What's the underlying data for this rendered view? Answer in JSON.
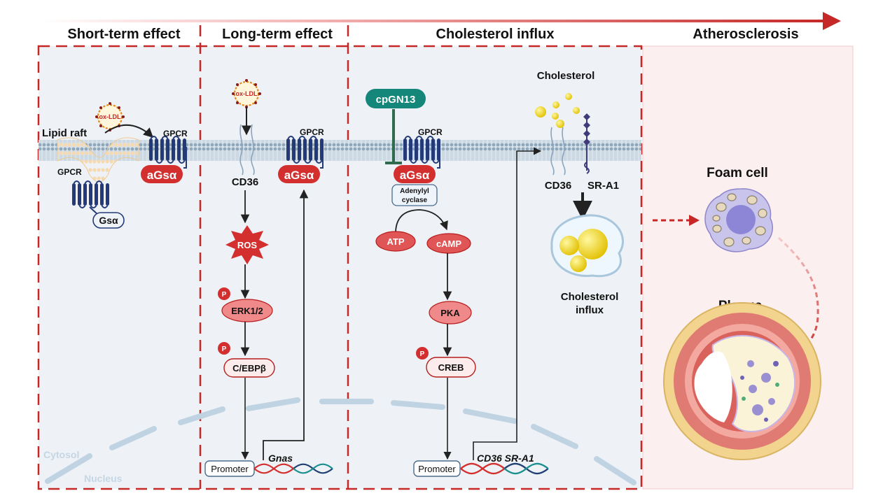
{
  "headers": {
    "short_term": "Short-term effect",
    "long_term": "Long-term effect",
    "influx": "Cholesterol influx",
    "athero": "Atherosclerosis"
  },
  "short": {
    "lipid_raft": "Lipid raft",
    "oxldl": "ox-LDL",
    "gpcr_a": "GPCR",
    "gpcr_b": "GPCR",
    "agsa": "aGsα",
    "gsa": "Gsα"
  },
  "long": {
    "oxldl": "ox-LDL",
    "gpcr": "GPCR",
    "cd36": "CD36",
    "agsa": "aGsα",
    "ros": "ROS",
    "p1": "P",
    "erk": "ERK1/2",
    "p2": "P",
    "cebp": "C/EBPβ",
    "promoter": "Promoter",
    "gene": "Gnas"
  },
  "influx": {
    "drug": "cpGN13",
    "gpcr": "GPCR",
    "agsa": "aGsα",
    "adenylyl_1": "Adenylyl",
    "adenylyl_2": "cyclase",
    "atp": "ATP",
    "camp": "cAMP",
    "pka": "PKA",
    "p": "P",
    "creb": "CREB",
    "promoter": "Promoter",
    "genes": "CD36 SR-A1",
    "cholesterol": "Cholesterol",
    "cd36": "CD36",
    "sra1": "SR-A1",
    "influx_1": "Cholesterol",
    "influx_2": "influx"
  },
  "compartments": {
    "cytosol": "Cytosol",
    "nucleus": "Nucleus"
  },
  "athero": {
    "foam_cell": "Foam cell",
    "plaque": "Plaque"
  },
  "colors": {
    "accent_red": "#c62828",
    "gpcr_navy": "#243a78",
    "agsa_red": "#d32f2f",
    "teal": "#14877a",
    "panel_bg": "#eef2f6",
    "athero_bg": "#fbeff0",
    "node_pink": "#f08a8a"
  }
}
